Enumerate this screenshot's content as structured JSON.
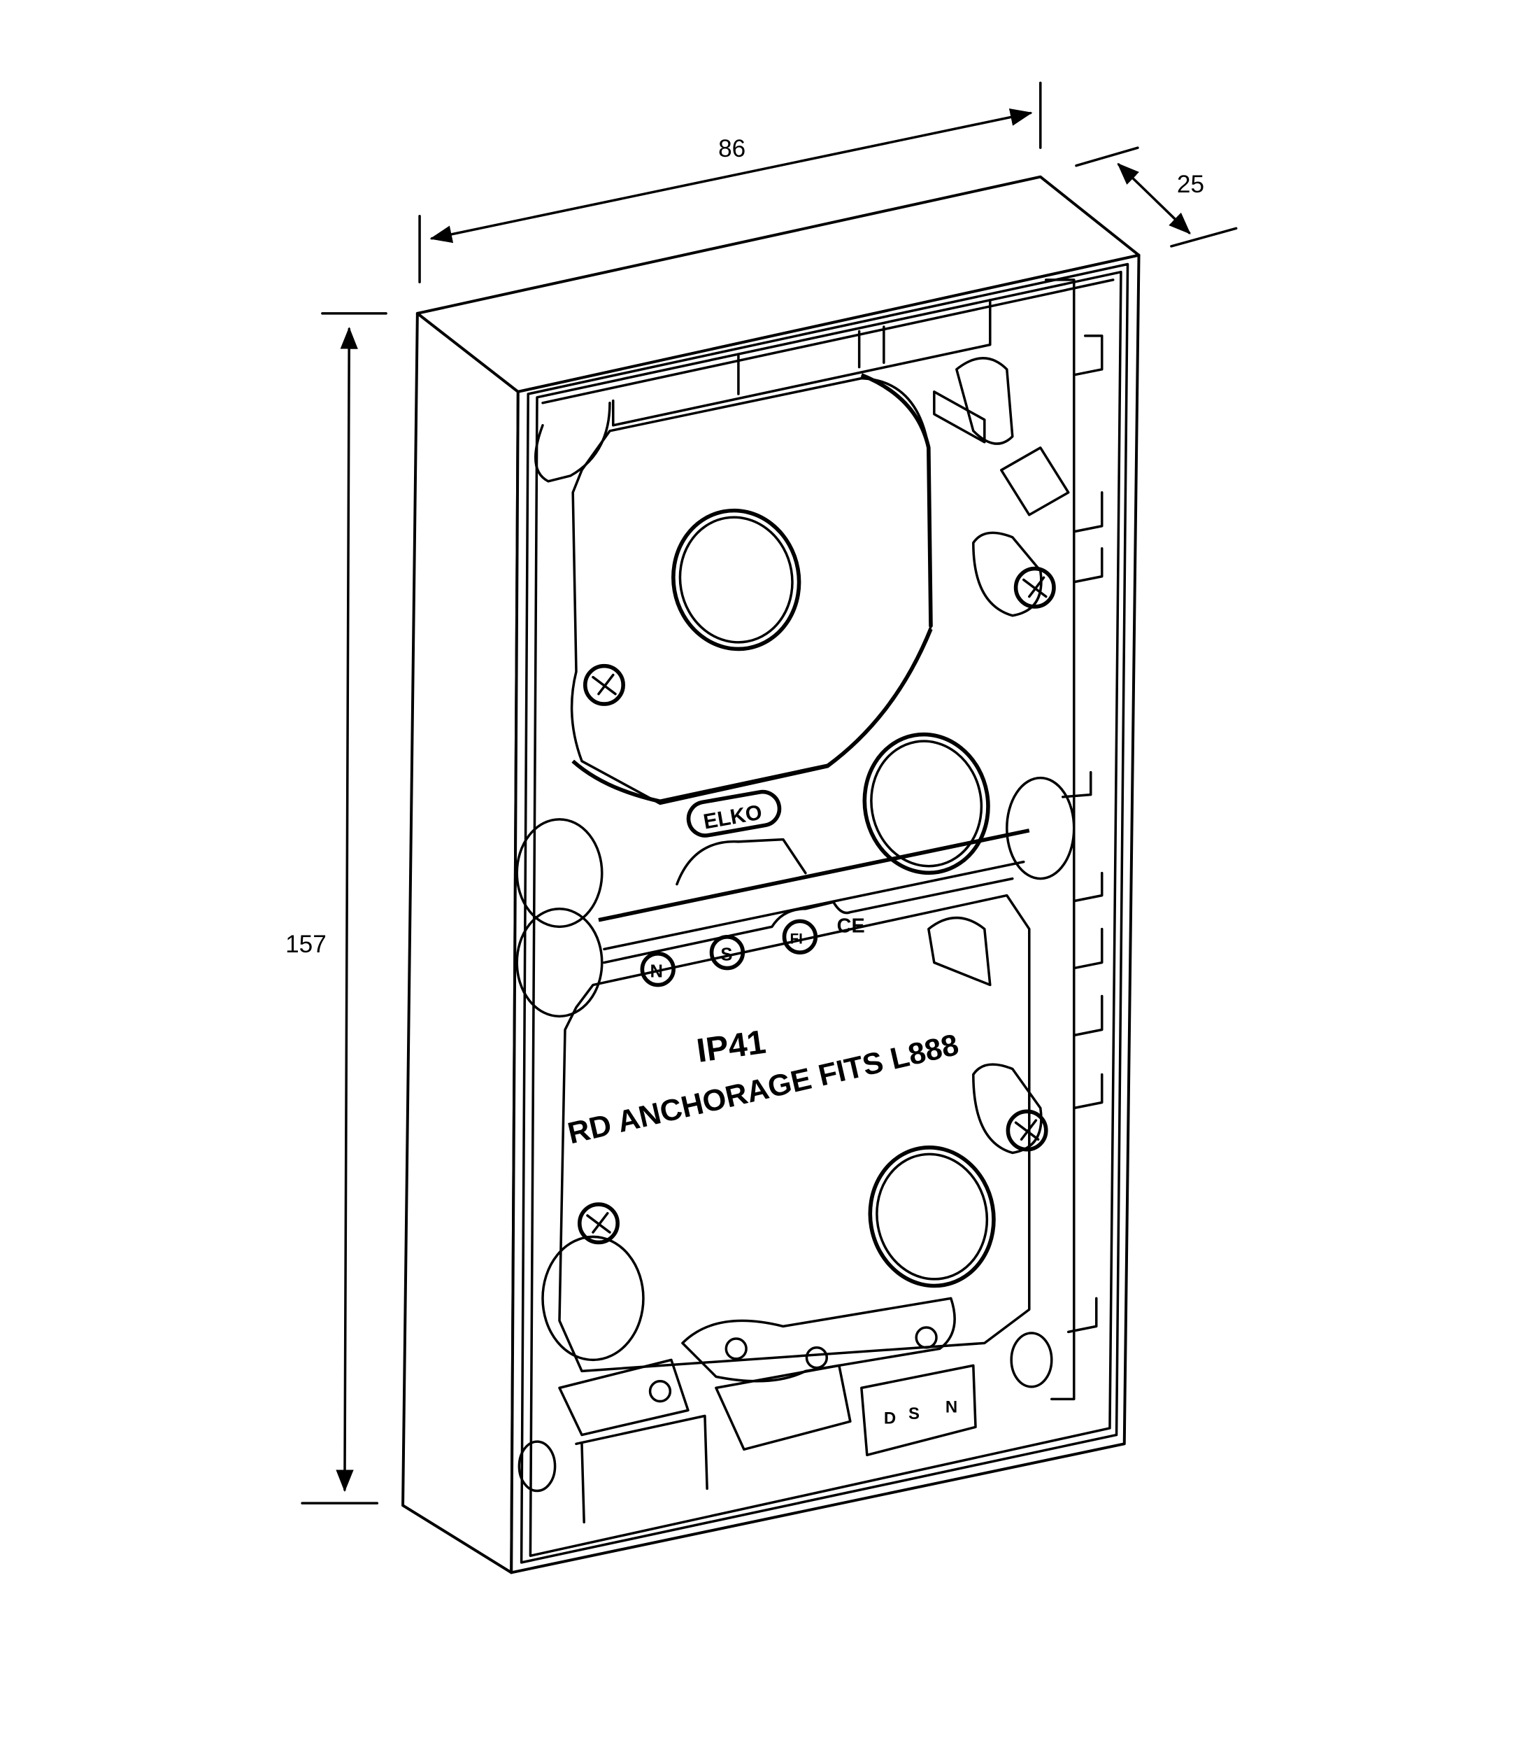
{
  "dimensions": {
    "width": "86",
    "depth": "25",
    "height": "157"
  },
  "markings": {
    "brand": "ELKO",
    "ip_rating": "IP41",
    "anchorage_text": "RD ANCHORAGE FITS L888",
    "approvals": [
      "N",
      "S",
      "FI",
      "CE"
    ],
    "bottom_approvals": [
      "D",
      "S",
      "N"
    ]
  },
  "colors": {
    "line": "#000000",
    "background": "#ffffff"
  }
}
